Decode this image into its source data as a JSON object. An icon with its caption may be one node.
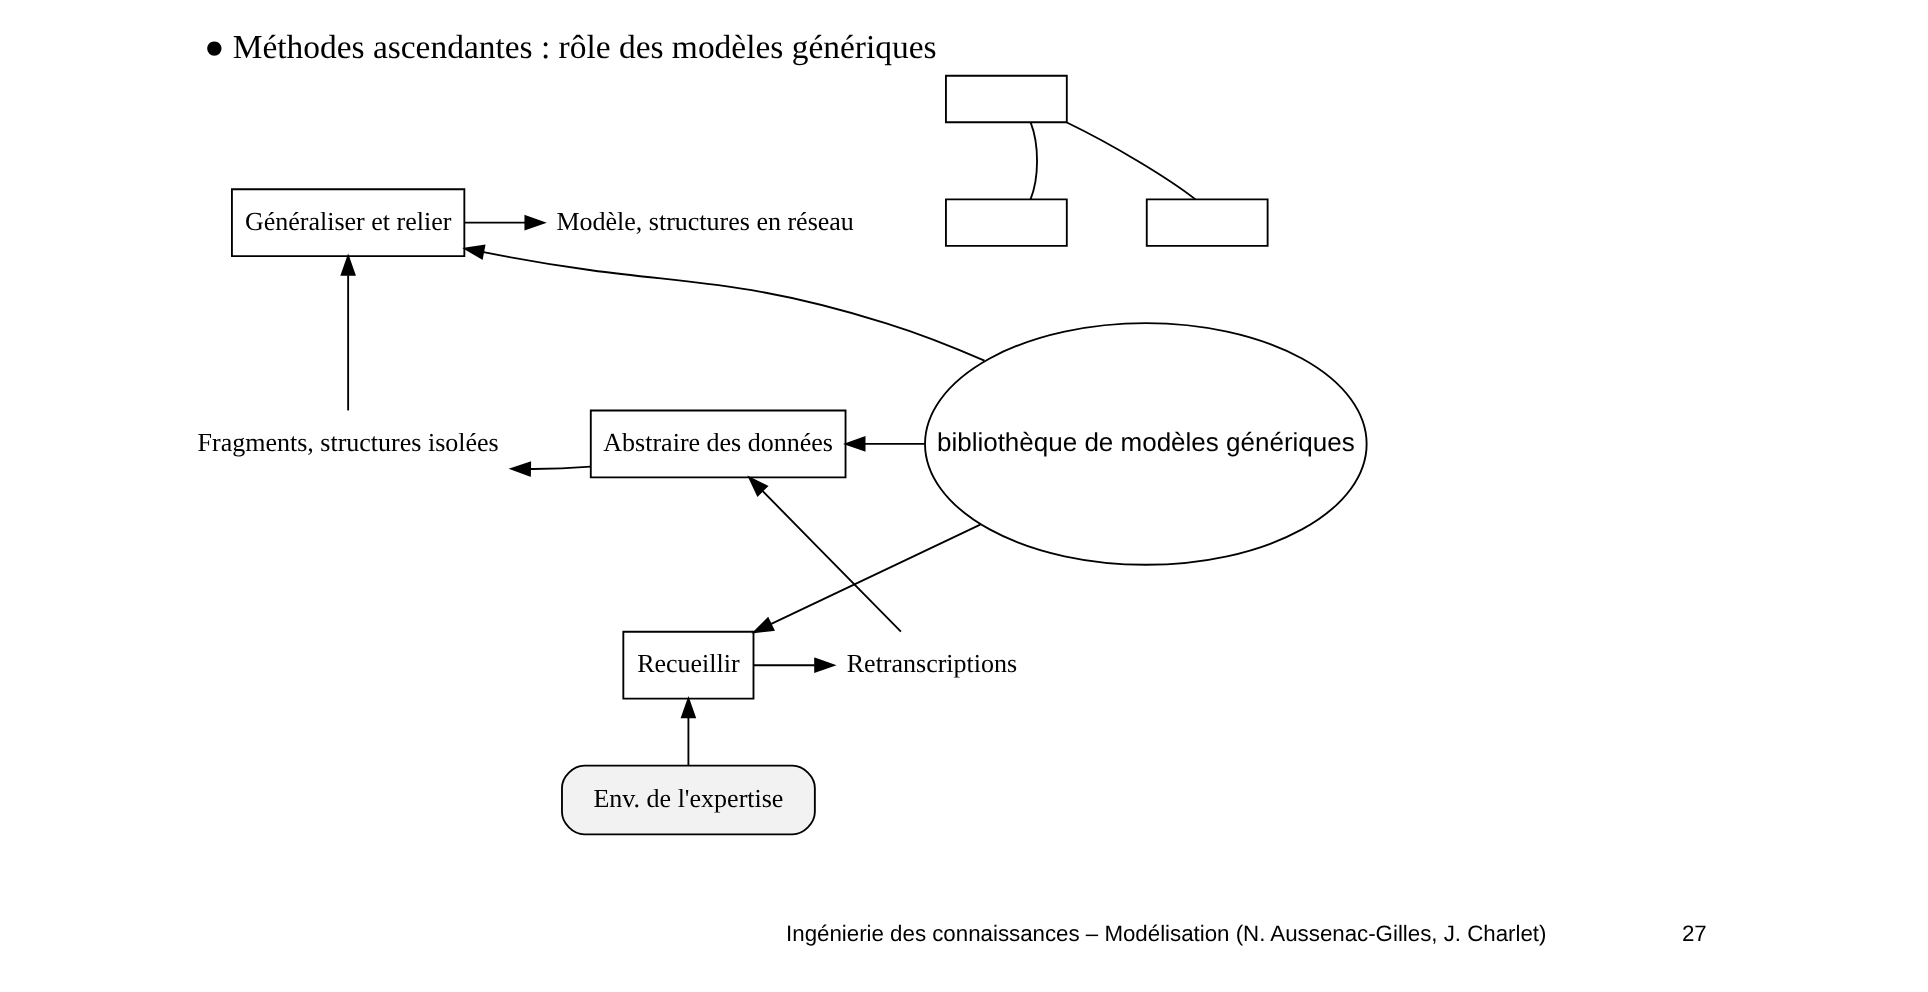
{
  "diagram": {
    "title": "● Méthodes ascendantes : rôle des modèles génériques",
    "caption": "Ingénierie des connaissances – Modélisation (N. Aussenac-Gilles, J. Charlet)",
    "nodes": [
      {
        "text": [
          "Généraliser et relier"
        ]
      },
      {
        "text": [
          "Modèle, structures en réseau"
        ]
      },
      {
        "text": [
          "Fragments, structures isolées"
        ]
      },
      {
        "text": [
          "Abstraire des données"
        ]
      },
      {
        "text": [
          "bibliothèque de modèles génériques"
        ]
      },
      {
        "text": [
          "Recueillir"
        ]
      },
      {
        "text": [
          "Retranscriptions"
        ]
      },
      {
        "text": [
          "Env. de l'expertise"
        ]
      },
      {
        "text": [],
        "shape": "box"
      },
      {
        "text": [],
        "shape": "box"
      },
      {
        "text": [],
        "shape": "box"
      }
    ],
    "edges": [
      {
        "from": 0,
        "to": 1,
        "arrow": "to"
      },
      {
        "from": 4,
        "to": 0,
        "arrow": "to"
      },
      {
        "from": 2,
        "to": 0,
        "arrow": "to"
      },
      {
        "from": 3,
        "to": 2,
        "arrow": "to"
      },
      {
        "from": 4,
        "to": 3,
        "arrow": "to"
      },
      {
        "from": 6,
        "to": 3,
        "arrow": "to"
      },
      {
        "from": 5,
        "to": 6,
        "arrow": "to"
      },
      {
        "from": 4,
        "to": 5,
        "arrow": "to"
      },
      {
        "from": 7,
        "to": 5,
        "arrow": "to"
      },
      {
        "from": 8,
        "to": 9,
        "arrow": "none"
      },
      {
        "from": 8,
        "to": 10,
        "arrow": "none"
      }
    ],
    "labels": [
      "27"
    ]
  }
}
